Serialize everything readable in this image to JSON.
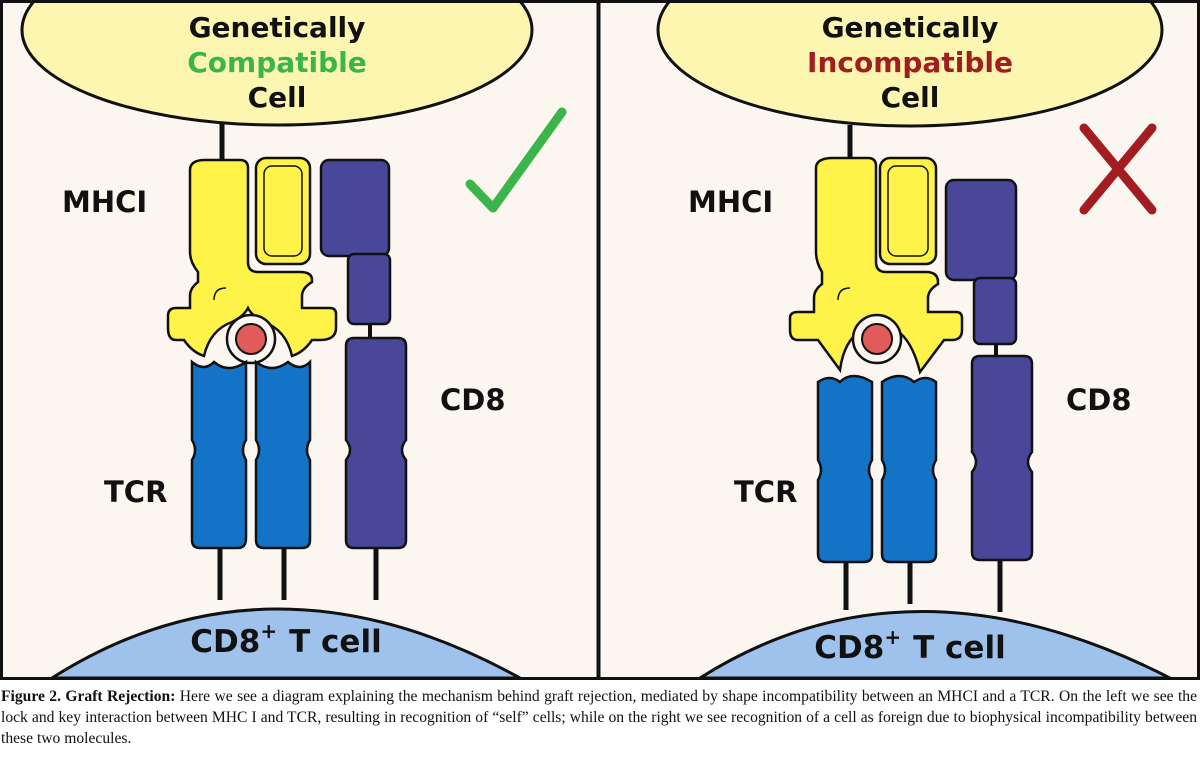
{
  "colors": {
    "background": "#fcf6f1",
    "mhc_yellow": "#fff34a",
    "tcr_blue": "#1273c7",
    "cd8_purple": "#48479a",
    "tcell_blue": "#9ec2ec",
    "peptide_red": "#e25b5b",
    "compatible_green": "#3ab54a",
    "incompatible_red": "#a31c20",
    "check_icon": "#3ab54a",
    "cross_icon": "#a31c20"
  },
  "left_panel": {
    "cell_line1": "Genetically",
    "cell_line2": "Compatible",
    "cell_line3": "Cell",
    "mhc_label": "MHCI",
    "cd8_label": "CD8",
    "tcr_label": "TCR",
    "tcell_label": "CD8",
    "tcell_sup": "+",
    "tcell_suffix": "T cell",
    "status_icon": "check-icon"
  },
  "right_panel": {
    "cell_line1": "Genetically",
    "cell_line2": "Incompatible",
    "cell_line3": "Cell",
    "mhc_label": "MHCI",
    "cd8_label": "CD8",
    "tcr_label": "TCR",
    "tcell_label": "CD8",
    "tcell_sup": "+",
    "tcell_suffix": "T cell",
    "status_icon": "cross-icon"
  },
  "caption": {
    "lead": "Figure 2. Graft Rejection:",
    "text": " Here we see a diagram explaining the mechanism behind graft rejection, mediated by shape incompatibility between an MHCI and a TCR. On the left we see the lock and key interaction between MHC I and TCR, resulting in recognition of “self” cells; while on the right we see recognition of a cell as foreign due to biophysical incompatibility between these two molecules."
  }
}
